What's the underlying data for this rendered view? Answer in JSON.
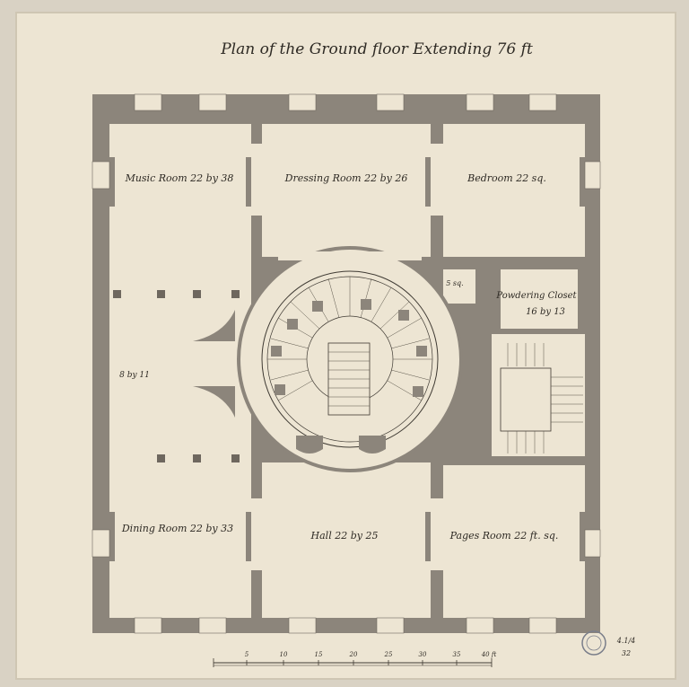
{
  "title": "Plan of the Ground floor Extending 76 ft",
  "rooms": {
    "music": "Music Room 22 by 38",
    "dressing": "Dressing Room 22 by 26",
    "bedroom": "Bedroom 22 sq.",
    "closet_small": "5 sq.",
    "powdering": "Powdering Closet",
    "powdering_dims": "16 by 13",
    "vestibule": "8 by 11",
    "dining": "Dining Room 22 by 33",
    "hall": "Hall 22 by 25",
    "pages": "Pages Room 22 ft. sq."
  },
  "scale": {
    "ticks": [
      "5",
      "10",
      "15",
      "20",
      "25",
      "30",
      "35",
      "40 ft"
    ]
  },
  "marginalia": {
    "accession_top": "4.1/4",
    "accession_bottom": "32"
  },
  "colors": {
    "paper": "#ede5d3",
    "wall": "#8c857b",
    "ink": "#2e2a24"
  }
}
